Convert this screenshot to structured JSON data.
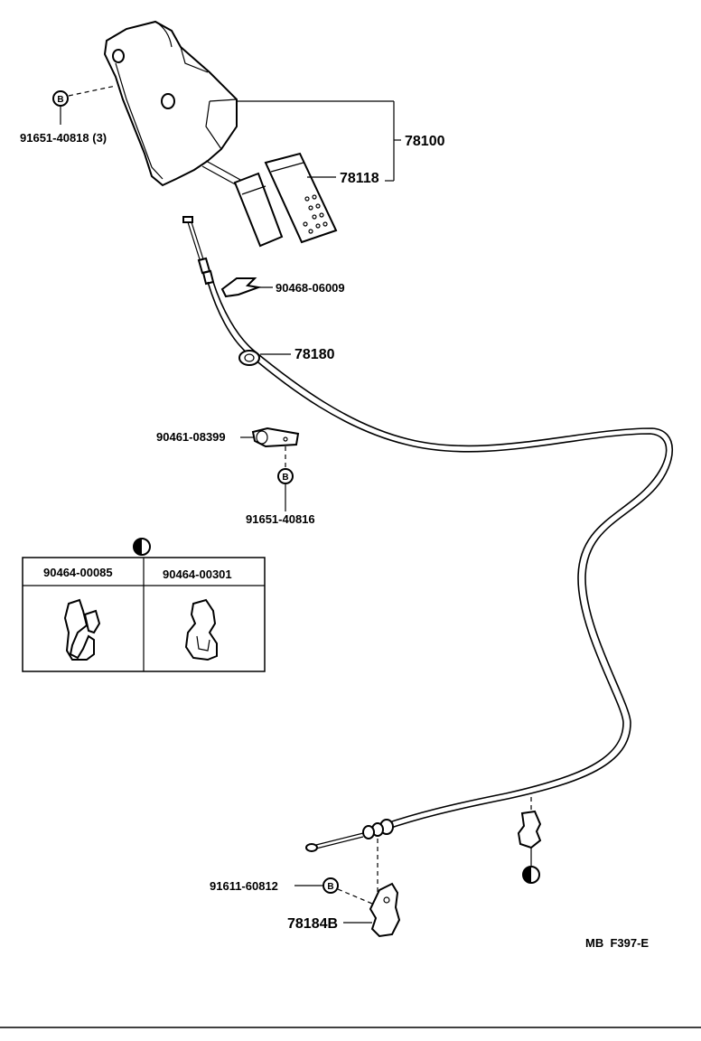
{
  "labels": {
    "p_91651_40818": "91651-40818 (3)",
    "p_78100": "78100",
    "p_78118": "78118",
    "p_90468_06009": "90468-06009",
    "p_78180": "78180",
    "p_90461_08399": "90461-08399",
    "p_91651_40816": "91651-40816",
    "p_90464_00085": "90464-00085",
    "p_90464_00301": "90464-00301",
    "p_91611_60812": "91611-60812",
    "p_78184B": "78184B",
    "figure_code": "MB  F397-E"
  },
  "symbols": {
    "bolt_marker": "B"
  },
  "colors": {
    "ink": "#000000",
    "paper": "#ffffff"
  }
}
